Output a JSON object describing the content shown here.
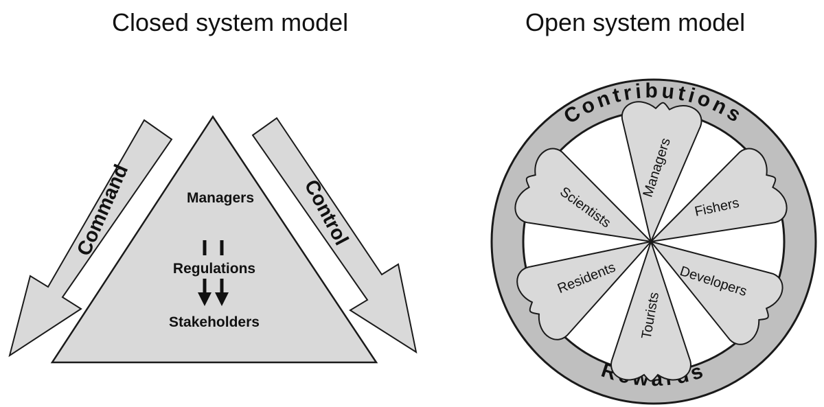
{
  "closed": {
    "title": "Closed system model",
    "left_arrow": "Command",
    "right_arrow": "Control",
    "top_label": "Managers",
    "middle_label": "Regulations",
    "bottom_label": "Stakeholders"
  },
  "open": {
    "title": "Open system model",
    "ring_top": "Contributions",
    "ring_bottom": "Rewards",
    "petals": [
      "Managers",
      "Fishers",
      "Developers",
      "Tourists",
      "Residents",
      "Scientists"
    ]
  },
  "colors": {
    "fill": "#d9d9d9",
    "ring": "#bfbfbf",
    "stroke": "#1a1a1a",
    "text": "#111111"
  }
}
